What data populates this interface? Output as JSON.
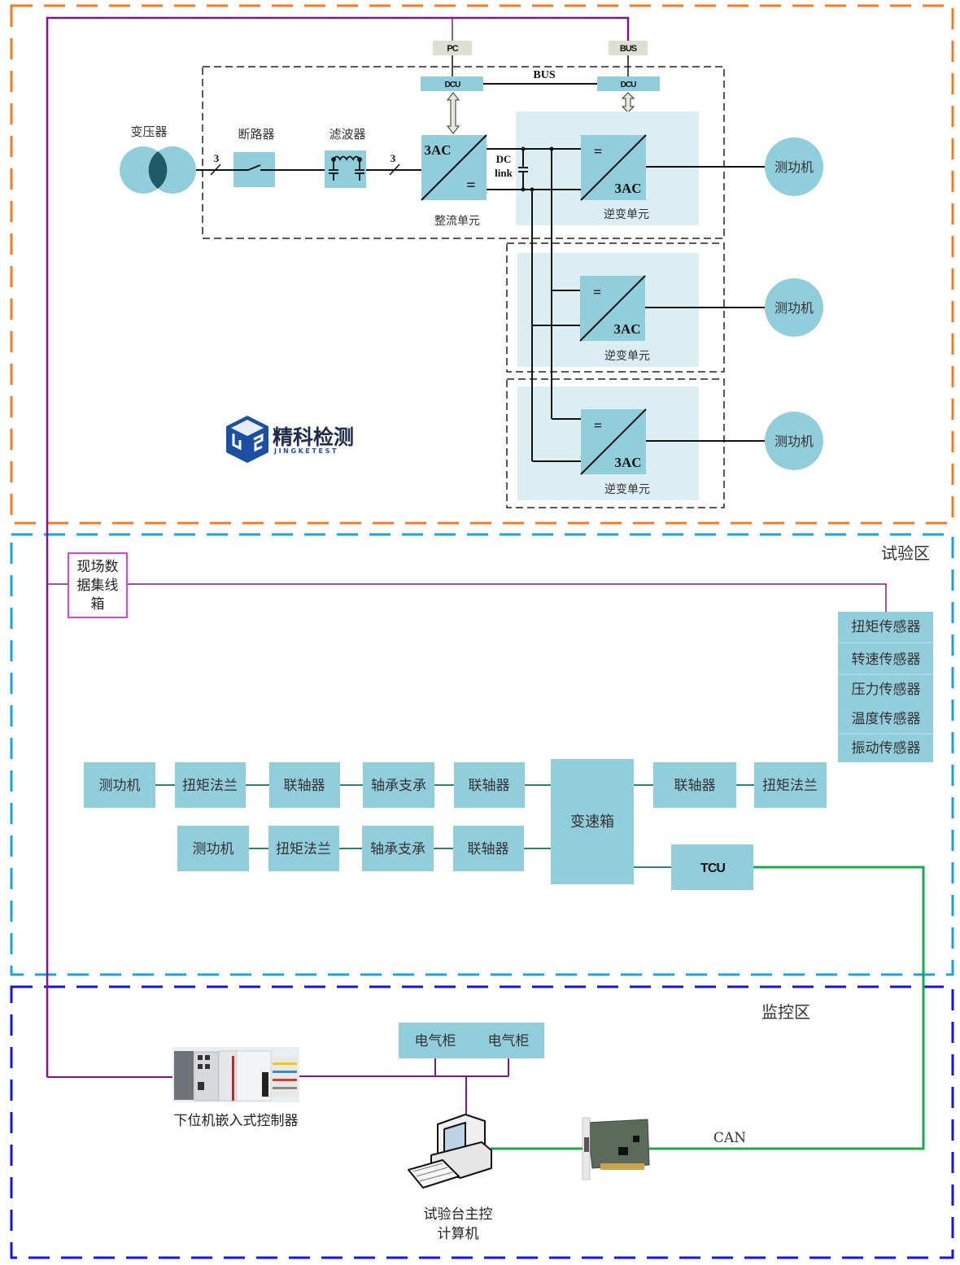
{
  "zones": {
    "power": {
      "label": "",
      "color": "#f47920"
    },
    "test": {
      "label": "试验区",
      "color": "#1ba1e2"
    },
    "monitor": {
      "label": "监控区",
      "color": "#1414e6"
    }
  },
  "colors": {
    "box": "#92cddc",
    "box_light": "#dbeef4",
    "tag_box": "#dddfd2",
    "signal_line": "#7b1a86",
    "can_line": "#1aaa4a",
    "mech_line": "#2f7f86",
    "data_box_border": "#e040e0"
  },
  "power_section": {
    "pc_tag": "PC",
    "bus_tag": "BUS",
    "dcu_left": "DCU",
    "dcu_right": "DCU",
    "bus_label": "BUS",
    "transformer_label": "变压器",
    "breaker_label": "断路器",
    "filter_label": "滤波器",
    "phase_count_1": "3",
    "phase_count_2": "3",
    "rectifier": {
      "top": "3AC",
      "bottom": "=",
      "label": "整流单元"
    },
    "dc_link_line1": "DC",
    "dc_link_line2": "link",
    "inverters": [
      {
        "top": "=",
        "bottom": "3AC",
        "label": "逆变单元",
        "motor": "测功机"
      },
      {
        "top": "=",
        "bottom": "3AC",
        "label": "逆变单元",
        "motor": "测功机"
      },
      {
        "top": "=",
        "bottom": "3AC",
        "label": "逆变单元",
        "motor": "测功机"
      }
    ]
  },
  "logo": {
    "name": "精科检测",
    "subtitle": "JINGKETEST"
  },
  "test_section": {
    "data_box_lines": [
      "现场数",
      "据集线",
      "箱"
    ],
    "sensors": [
      "扭矩传感器",
      "转速传感器",
      "压力传感器",
      "温度传感器",
      "振动传感器"
    ],
    "row1": [
      "测功机",
      "扭矩法兰",
      "联轴器",
      "轴承支承",
      "联轴器"
    ],
    "row2": [
      "测功机",
      "扭矩法兰",
      "轴承支承",
      "联轴器"
    ],
    "gearbox": "变速箱",
    "right_row": [
      "联轴器",
      "扭矩法兰"
    ],
    "tcu": "TCU"
  },
  "monitor_section": {
    "cabinets": [
      "电气柜",
      "电气柜"
    ],
    "controller_label": "下位机嵌入式控制器",
    "computer_label_lines": [
      "试验台主控",
      "计算机"
    ],
    "can_label": "CAN"
  }
}
